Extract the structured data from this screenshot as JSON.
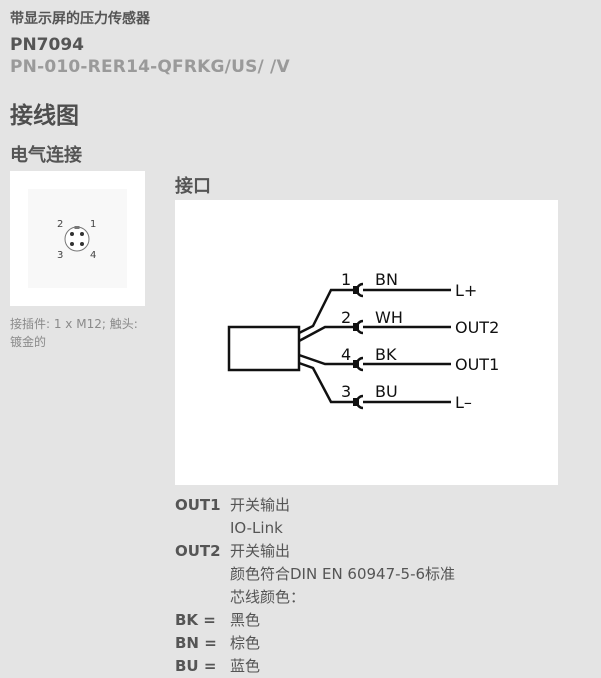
{
  "header": {
    "category": "带显示屏的压力传感器",
    "model": "PN7094",
    "code": "PN-010-RER14-QFRKG/US/ /V"
  },
  "section": {
    "wiring_title": "接线图",
    "electrical_title": "电气连接"
  },
  "connector": {
    "pins": [
      "1",
      "2",
      "3",
      "4"
    ],
    "caption": "接插件: 1 x M12; 触头: 镀金的"
  },
  "port": {
    "title": "接口",
    "wires": [
      {
        "pin": "1",
        "color": "BN",
        "signal": "L+"
      },
      {
        "pin": "2",
        "color": "WH",
        "signal": "OUT2"
      },
      {
        "pin": "4",
        "color": "BK",
        "signal": "OUT1"
      },
      {
        "pin": "3",
        "color": "BU",
        "signal": "L–"
      }
    ]
  },
  "legend": [
    {
      "key": "OUT1",
      "lines": [
        "开关输出",
        "IO-Link"
      ]
    },
    {
      "key": "OUT2",
      "lines": [
        "开关输出",
        "颜色符合DIN EN 60947-5-6标准",
        "芯线颜色："
      ]
    },
    {
      "key": "BK =",
      "lines": [
        "黑色"
      ]
    },
    {
      "key": "BN =",
      "lines": [
        "棕色"
      ]
    },
    {
      "key": "BU =",
      "lines": [
        "蓝色"
      ]
    }
  ]
}
